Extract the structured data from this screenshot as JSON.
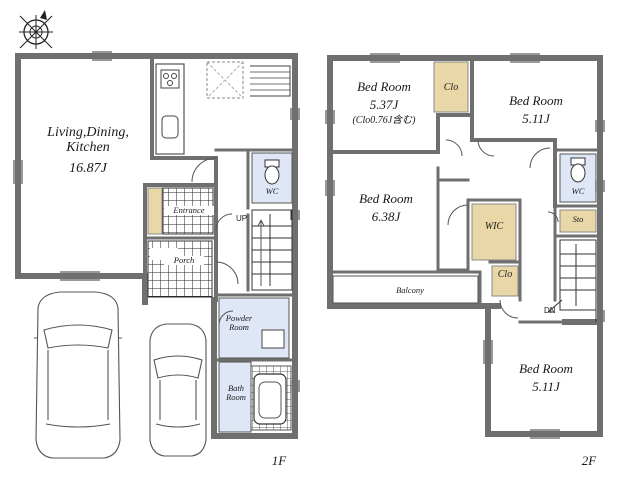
{
  "floor1": {
    "label": "1F",
    "ldk_name": "Living,Dining,\nKitchen",
    "ldk_size": "16.87J",
    "entrance": "Entrance",
    "porch": "Porch",
    "wc": "WC",
    "up": "UP",
    "powder": "Powder\nRoom",
    "bath": "Bath\nRoom"
  },
  "floor2": {
    "label": "2F",
    "bed_nw_name": "Bed Room",
    "bed_nw_size": "5.37J",
    "bed_nw_note": "(Clo0.76J含む)",
    "clo_top": "Clo",
    "bed_ne_name": "Bed Room",
    "bed_ne_size": "5.11J",
    "bed_c_name": "Bed Room",
    "bed_c_size": "6.38J",
    "wic": "WIC",
    "clo_mid": "Clo",
    "wc": "WC",
    "sto": "Sto",
    "balcony": "Balcony",
    "dn": "DN",
    "bed_se_name": "Bed Room",
    "bed_se_size": "5.11J"
  },
  "colors": {
    "wall": "#6f6f6f",
    "closet": "#e9d7a7",
    "wet": "#dfe6f5",
    "grid": "#222222"
  },
  "icons": [
    "compass-icon",
    "car-icon",
    "toilet-icon",
    "bathtub-icon",
    "sink-icon",
    "stove-icon"
  ]
}
